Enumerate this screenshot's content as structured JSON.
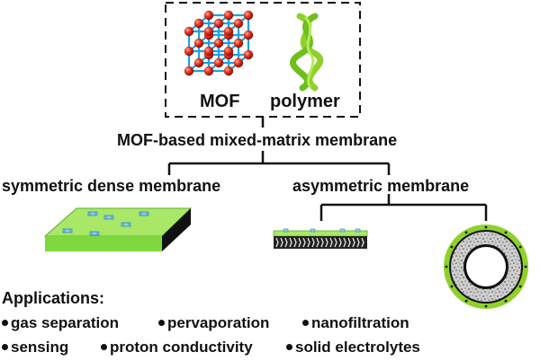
{
  "labels": {
    "mof": "MOF",
    "polymer": "polymer",
    "mmm": "MOF-based mixed-matrix membrane",
    "symmetric": "symmetric dense membrane",
    "asymmetric": "asymmetric membrane",
    "applications_title": "Applications:"
  },
  "applications": [
    "gas separation",
    "pervaporation",
    "nanofiltration",
    "sensing",
    "proton conductivity",
    "solid electrolytes"
  ],
  "colors": {
    "node": "#e8361f",
    "linker": "#1aa1e6",
    "polymer": "#8fd12a",
    "membrane_top": "#a9e866",
    "membrane_side": "#77d33d",
    "membrane_dark": "#111111",
    "porous": "#b9b9b9"
  }
}
